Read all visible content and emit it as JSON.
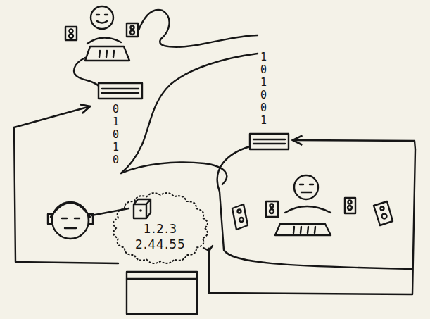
{
  "diagram": {
    "nodes": [
      {
        "text": [
          "1.2.3",
          "2.44.55"
        ]
      }
    ],
    "labels": [
      "101001",
      "01010"
    ]
  }
}
